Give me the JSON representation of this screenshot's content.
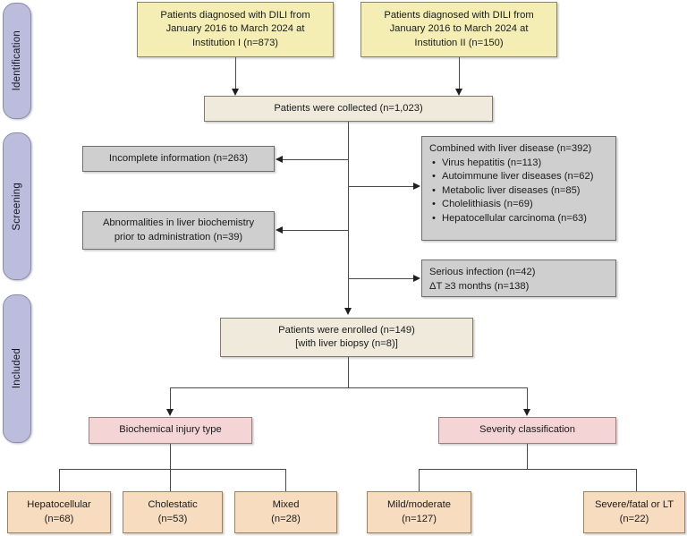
{
  "figure": {
    "type": "flowchart",
    "subject": "DILI patient selection flow diagram"
  },
  "stages": [
    {
      "label": "Identification"
    },
    {
      "label": "Screening"
    },
    {
      "label": "Included"
    }
  ],
  "nodes": {
    "source_inst1": {
      "lines": [
        "Patients diagnosed with DILI from",
        "January 2016 to March 2024 at",
        "Institution I (n=873)"
      ],
      "color": "#f4eeb4"
    },
    "source_inst2": {
      "lines": [
        "Patients diagnosed with DILI from",
        "January 2016 to March 2024 at",
        "Institution II (n=150)"
      ],
      "color": "#f4eeb4"
    },
    "collected": {
      "lines": [
        "Patients were collected (n=1,023)"
      ],
      "color": "#efeadb"
    },
    "incomplete": {
      "lines": [
        "Incomplete information (n=263)"
      ],
      "color": "#cfcfcf"
    },
    "abnormal_biochem": {
      "lines": [
        "Abnormalities in liver biochemistry",
        "prior to administration (n=39)"
      ],
      "color": "#cfcfcf"
    },
    "combined_liver_disease": {
      "heading": "Combined with liver disease (n=392)",
      "bullets": [
        "Virus hepatitis (n=113)",
        "Autoimmune liver diseases (n=62)",
        "Metabolic liver diseases (n=85)",
        "Cholelithiasis (n=69)",
        "Hepatocellular carcinoma (n=63)"
      ],
      "color": "#cfcfcf"
    },
    "serious_infection": {
      "lines": [
        "Serious infection (n=42)",
        "ΔT ≥3 months (n=138)"
      ],
      "color": "#cfcfcf"
    },
    "enrolled": {
      "lines": [
        "Patients were enrolled (n=149)",
        "[with liver biopsy (n=8)]"
      ],
      "color": "#efeadb"
    },
    "biochemical_injury_type": {
      "lines": [
        "Biochemical injury type"
      ],
      "color": "#f4d4d4"
    },
    "severity_classification": {
      "lines": [
        "Severity classification"
      ],
      "color": "#f4d4d4"
    },
    "hepatocellular": {
      "lines": [
        "Hepatocellular",
        "(n=68)"
      ],
      "color": "#f7dcbf"
    },
    "cholestatic": {
      "lines": [
        "Cholestatic",
        "(n=53)"
      ],
      "color": "#f7dcbf"
    },
    "mixed": {
      "lines": [
        "Mixed",
        "(n=28)"
      ],
      "color": "#f7dcbf"
    },
    "mild_moderate": {
      "lines": [
        "Mild/moderate",
        "(n=127)"
      ],
      "color": "#f7dcbf"
    },
    "severe_fatal_lt": {
      "lines": [
        "Severe/fatal or LT",
        "(n=22)"
      ],
      "color": "#f7dcbf"
    }
  },
  "palette": {
    "stage_bar": "#bcbddc",
    "source_box": "#f4eeb4",
    "pooled_box": "#efeadb",
    "exclusion_box": "#cfcfcf",
    "classification_box": "#f4d4d4",
    "outcome_box": "#f7dcbf",
    "connector": "#4a4a4a"
  }
}
